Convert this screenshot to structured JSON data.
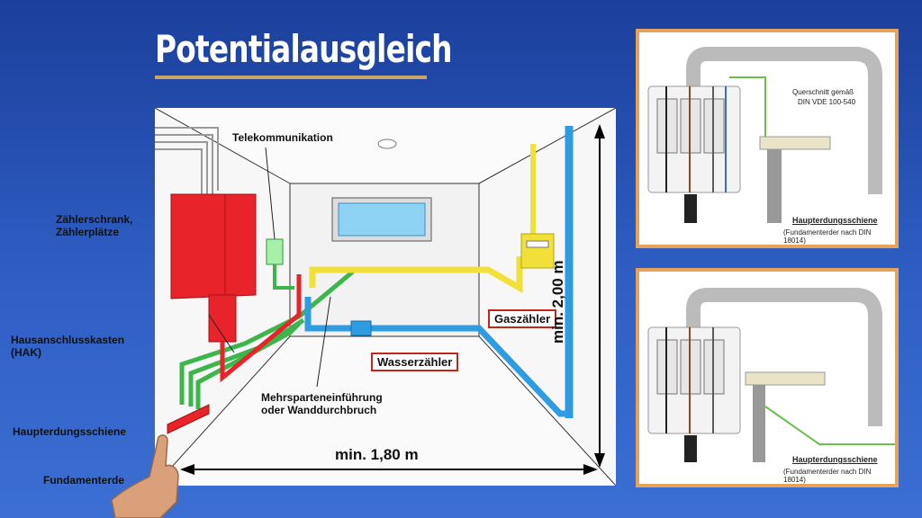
{
  "title": "Potentialausgleich",
  "room": {
    "labels": {
      "telekom": "Telekommunikation",
      "zaehlerschrank": "Zählerschrank,",
      "zaehlerplaetze": "Zählerplätze",
      "hak_1": "Hausanschlusskasten",
      "hak_2": "(HAK)",
      "haupterdung": "Haupterdungsschiene",
      "fundament": "Fundamenterde",
      "mehrsparten_1": "Mehrsparteneinführung",
      "mehrsparten_2": "oder Wanddurchbruch",
      "gaszaehler": "Gaszähler",
      "wasserzaehler": "Wasserzähler",
      "breite": "min. 1,80 m",
      "hoehe": "min. 2,00 m"
    }
  },
  "panel_top": {
    "querschnitt_1": "Querschnitt gemäß",
    "querschnitt_2": "DIN VDE 100-540",
    "schiene": "Haupterdungsschiene",
    "norm": "(Fundamenterder nach DIN 18014)"
  },
  "panel_bottom": {
    "schiene": "Haupterdungsschiene",
    "norm": "(Fundamenterder nach DIN 18014)"
  },
  "colors": {
    "gas_pipe": "#f2e03a",
    "water_pipe": "#2f9be0",
    "ground_wire": "#3cb54a",
    "meter_cabinet": "#e8232a",
    "panel_border": "#e5a25a"
  }
}
